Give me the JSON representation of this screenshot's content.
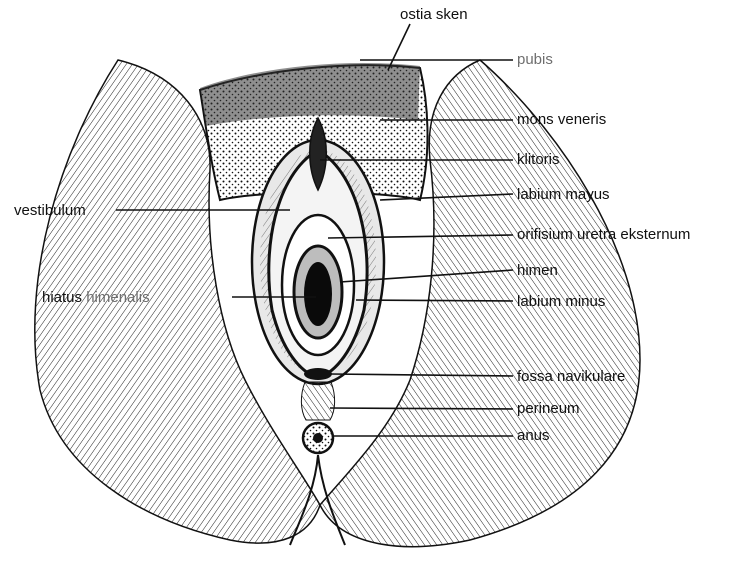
{
  "labels": {
    "ostia_sken": "ostia sken",
    "pubis": "pubis",
    "mons_veneris": "mons veneris",
    "klitoris": "klitoris",
    "labium_mayus": "labium mayus",
    "orifisium": "orifisium uretra eksternum",
    "himen": "himen",
    "labium_minus": "labium minus",
    "fossa": "fossa navikulare",
    "perineum": "perineum",
    "anus": "anus",
    "vestibulum": "vestibulum",
    "hiatus_word": "hiatus",
    "himenalis_word": "himenalis"
  },
  "colors": {
    "ink": "#111111",
    "muted_label": "#6e6e6e",
    "background": "#ffffff"
  }
}
